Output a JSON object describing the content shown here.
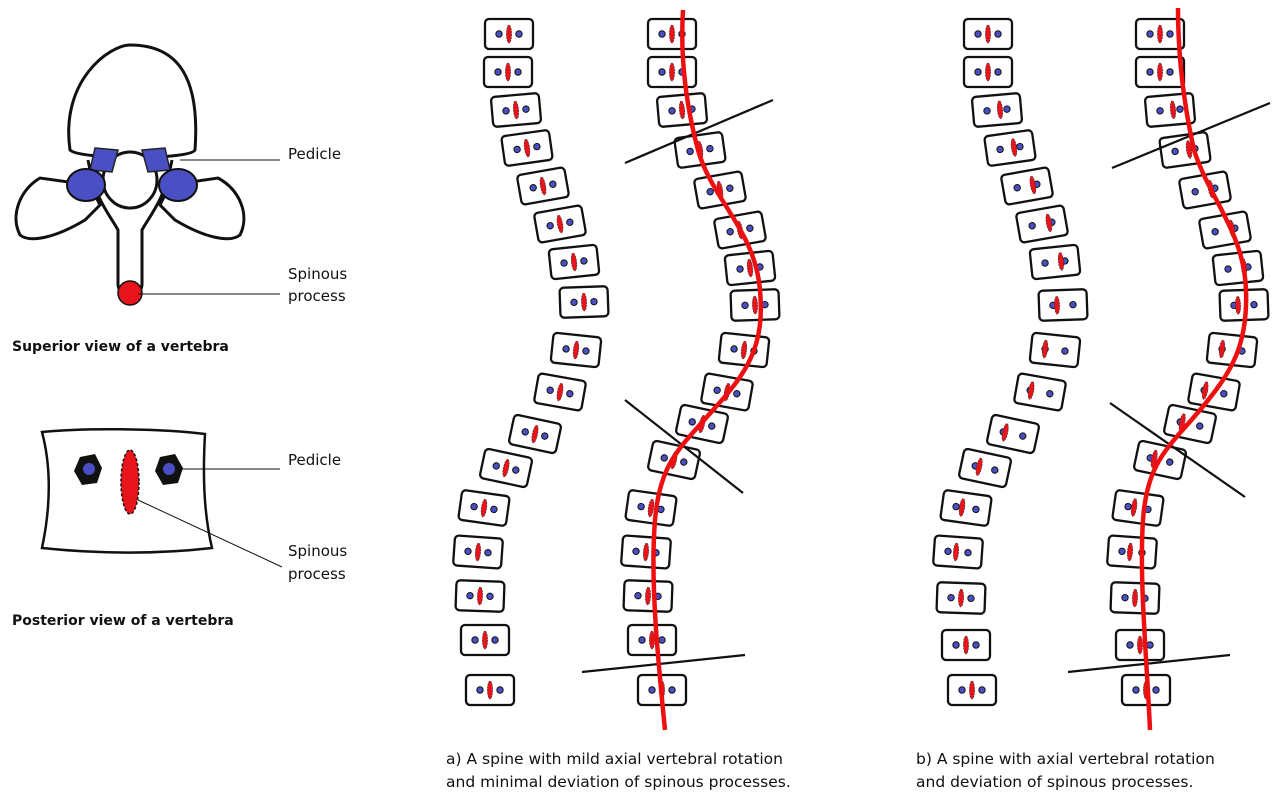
{
  "labels": {
    "superior_pedicle": "Pedicle",
    "superior_spinous_line1": "Spinous",
    "superior_spinous_line2": "process",
    "superior_title": "Superior view of a vertebra",
    "posterior_pedicle": "Pedicle",
    "posterior_spinous_line1": "Spinous",
    "posterior_spinous_line2": "process",
    "posterior_title": "Posterior view of a vertebra"
  },
  "captions": {
    "a_line1": "a) A spine with mild axial vertebral rotation",
    "a_line2": "and minimal deviation of spinous processes.",
    "b_line1": "b) A spine with axial vertebral rotation",
    "b_line2": "and deviation of spinous processes."
  },
  "colors": {
    "pedicle": "#4a4fc4",
    "spinous": "#e8141b",
    "outline": "#111111",
    "curve": "#ee1010"
  }
}
